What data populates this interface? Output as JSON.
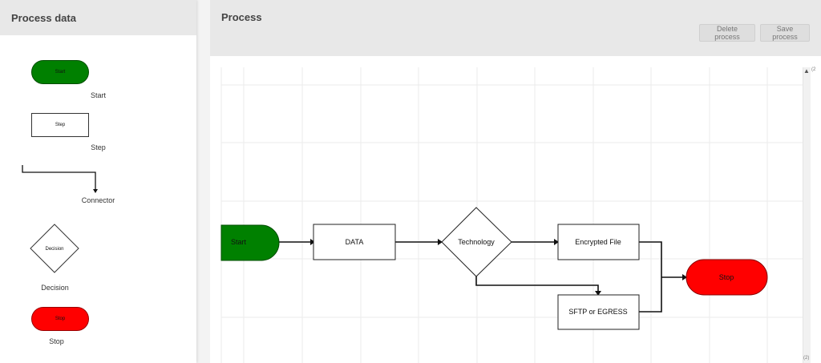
{
  "left_panel": {
    "title": "Process data",
    "palette": [
      {
        "shape_text": "Start",
        "label": "Start"
      },
      {
        "shape_text": "Step",
        "label": "Step"
      },
      {
        "shape_text": "",
        "label": "Connector"
      },
      {
        "shape_text": "Decision",
        "label": "Decision"
      },
      {
        "shape_text": "Stop",
        "label": "Stop"
      }
    ]
  },
  "right_panel": {
    "title": "Process",
    "buttons": {
      "delete": "Delete process",
      "save": "Save process"
    },
    "scroll_marks": {
      "top": "(2",
      "bottom": "(2)"
    }
  },
  "diagram": {
    "nodes": {
      "start": "Start",
      "data": "DATA",
      "technology": "Technology",
      "encrypted": "Encrypted File",
      "sftp": "SFTP or EGRESS",
      "stop": "Stop"
    }
  },
  "colors": {
    "start_fill": "#008000",
    "stop_fill": "#ff0000",
    "header_bg": "#e8e8e8",
    "grid": "#ebebeb"
  }
}
